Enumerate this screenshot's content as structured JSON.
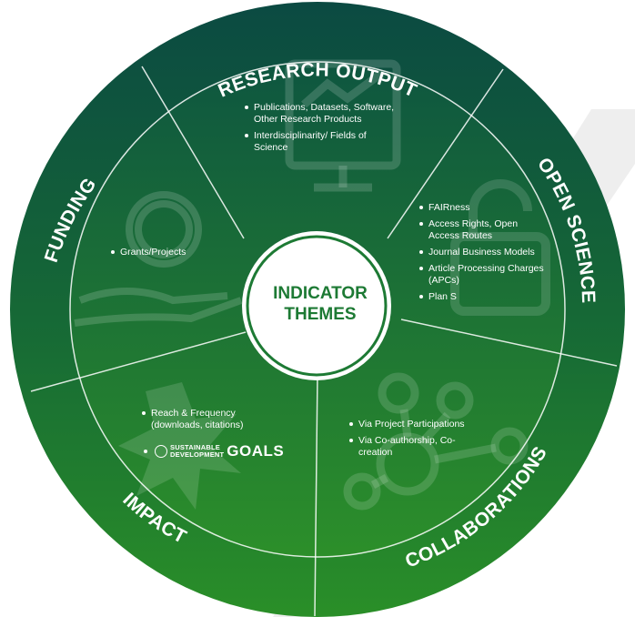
{
  "center": {
    "line1": "INDICATOR",
    "line2": "THEMES"
  },
  "sections": {
    "research_output": {
      "title": "RESEARCH OUTPUT",
      "items": [
        "Publications, Datasets, Software, Other Research Products",
        "Interdisciplinarity/ Fields of Science"
      ],
      "icon": "monitor-chart-icon"
    },
    "open_science": {
      "title": "OPEN SCIENCE",
      "items": [
        "FAIRness",
        "Access Rights, Open Access Routes",
        "Journal Business Models",
        "Article Processing Charges (APCs)",
        "Plan S"
      ],
      "icon": "open-lock-icon"
    },
    "collaborations": {
      "title": "COLLABORATIONS",
      "items": [
        "Via Project Participations",
        "Via Co-authorship, Co-creation"
      ],
      "icon": "network-icon"
    },
    "impact": {
      "title": "IMPACT",
      "items": [
        "Reach & Frequency (downloads, citations)"
      ],
      "sdg": {
        "line1": "SUSTAINABLE",
        "line2": "DEVELOPMENT",
        "goals": "GOALS"
      },
      "icon": "explosion-icon"
    },
    "funding": {
      "title": "FUNDING",
      "items": [
        "Grants/Projects"
      ],
      "icon": "hand-dollar-icon"
    }
  },
  "colors": {
    "outer_top": "#0b4a42",
    "outer_bottom": "#2a8a2a",
    "center_text": "#1d7a34",
    "ring": "#ffffff",
    "divider": "#ffffff"
  }
}
